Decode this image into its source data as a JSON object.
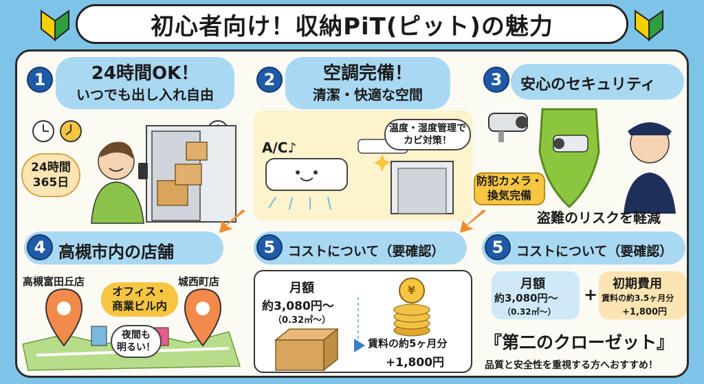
{
  "header": {
    "title": "初心者向け！収納PiT(ピット)の魅力"
  },
  "s1": {
    "num": "1",
    "line1": "24時間OK！",
    "line2": "いつでも出し入れ自由",
    "badge1": "24時間",
    "badge2": "365日"
  },
  "s2": {
    "num": "2",
    "line1": "空調完備！",
    "line2": "清潔・快適な空間",
    "ac_label": "A/C♪",
    "note1": "温度・湿度管理で",
    "note2": "カビ対策！"
  },
  "s3": {
    "num": "3",
    "title": "安心のセキュリティ",
    "tag1": "防犯カメラ・",
    "tag2": "換気完備",
    "risk": "盗難のリスクを軽減"
  },
  "s4": {
    "num": "4",
    "title": "高槻市内の店舗",
    "store1": "高槻富田丘店",
    "store2": "城西町店",
    "center1": "オフィス・",
    "center2": "商業ビル内",
    "night1": "夜間も",
    "night2": "明るい！"
  },
  "s5a": {
    "num": "5",
    "title": "コストについて（要確認）",
    "monthly_label": "月額",
    "monthly_value": "約3,080円～",
    "area": "（0.32㎡～）",
    "deposit1": "賃料の約5ヶ月分",
    "deposit2": "+1,800円",
    "yen": "¥"
  },
  "s5b": {
    "num": "5",
    "title": "コストについて（要確認）",
    "monthly_label": "月額",
    "monthly_value": "約3,080円～",
    "area": "（0.32㎡～）",
    "plus": "+",
    "initial_label": "初期費用",
    "initial1": "賃料の約3.5ヶ月分",
    "initial2": "+1,800円",
    "closet": "『第二のクローゼット』",
    "recommend": "品質と安全性を重視する方へおすすめ！"
  },
  "colors": {
    "background": "#7ec3e8",
    "bubble": "#a9d8f2",
    "number": "#1f5aa6",
    "highlight": "#fde5b3",
    "arrow": "#f08a2c",
    "pin": "#f28a4a",
    "shield": "#8cc63f"
  }
}
